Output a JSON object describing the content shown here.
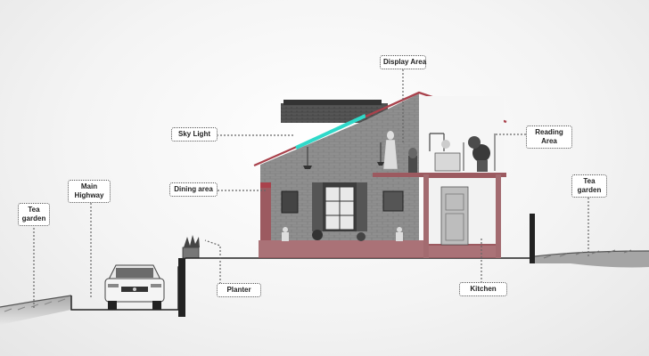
{
  "labels": {
    "display_area": "Display Area",
    "sky_light": "Sky Light",
    "reading_area": [
      "Reading",
      "Area"
    ],
    "dining_area": "Dining area",
    "tea_garden_left": [
      "Tea",
      "garden"
    ],
    "main_highway": [
      "Main",
      "Highway"
    ],
    "tea_garden_right": [
      "Tea",
      "garden"
    ],
    "planter": "Planter",
    "kitchen": "Kitchen"
  },
  "colors": {
    "skylight": "#2fd9c9",
    "roof_line": "#b5474f",
    "kitchen_wall": "#b98086",
    "base": "#9c5a60",
    "stone": "#8e8e8e",
    "ground": "#9a9a9a"
  },
  "icons": [
    "car-icon",
    "planter-icon",
    "tree-icon",
    "person-icon",
    "lamp-icon"
  ]
}
